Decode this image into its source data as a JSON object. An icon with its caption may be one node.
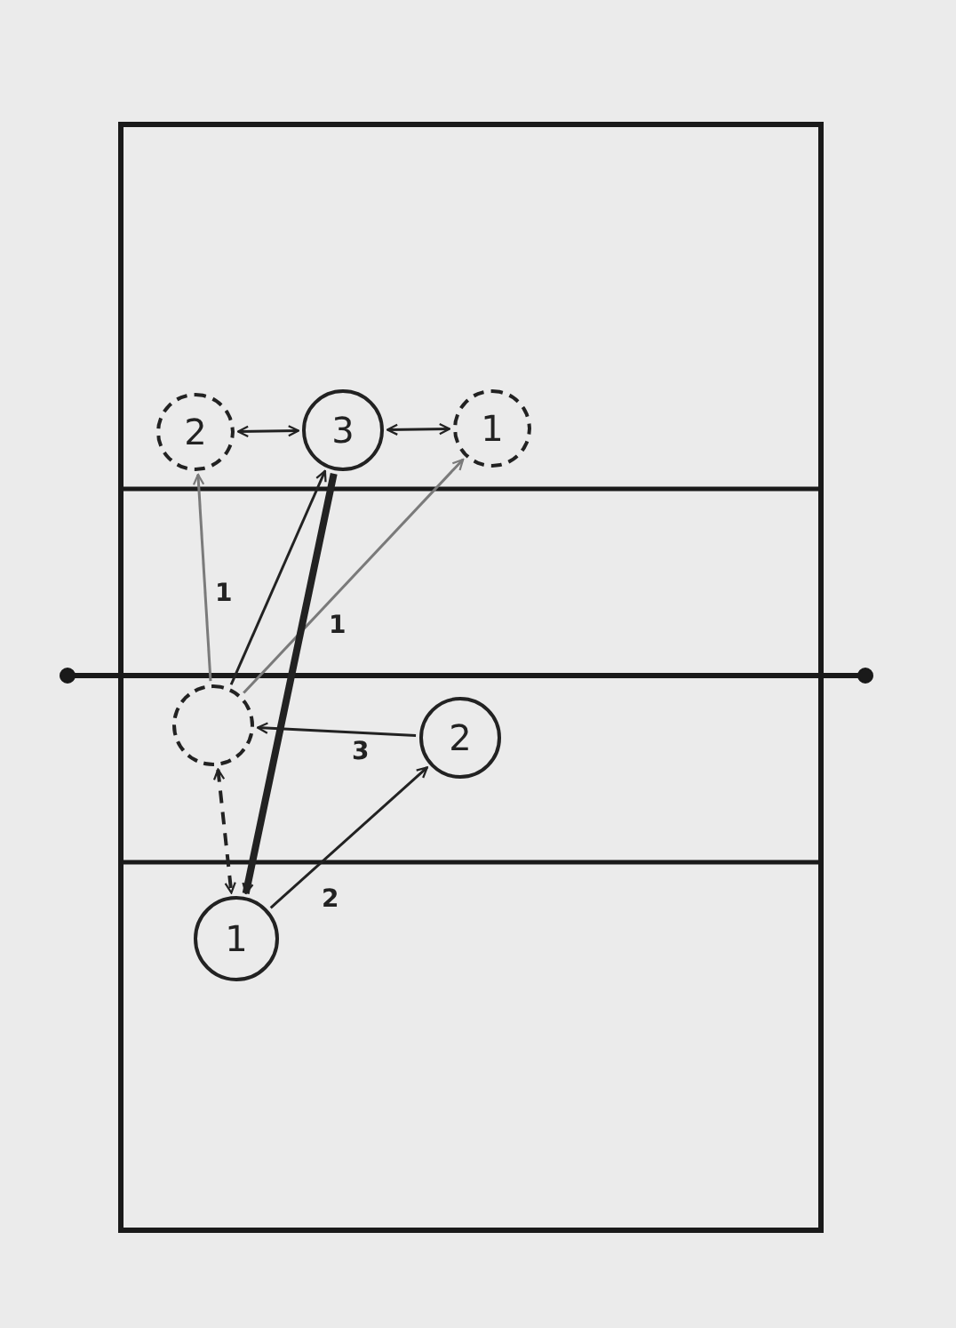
{
  "diagram": {
    "nodes": [
      {
        "text": [
          "2"
        ]
      },
      {
        "text": [
          "3"
        ]
      },
      {
        "text": [
          "1"
        ]
      },
      {
        "text": [],
        "shape": "circle"
      },
      {
        "text": [
          "2"
        ]
      },
      {
        "text": [
          "1"
        ]
      }
    ],
    "edges": [
      {
        "from": 0,
        "to": 1,
        "arrow": "both"
      },
      {
        "from": 1,
        "to": 2,
        "arrow": "both"
      },
      {
        "from": 3,
        "to": 0,
        "arrow": "to",
        "color": "#7a7a7a"
      },
      {
        "from": 3,
        "to": 1,
        "arrow": "to",
        "label": "1"
      },
      {
        "from": 3,
        "to": 2,
        "arrow": "to",
        "color": "#7a7a7a"
      },
      {
        "from": 1,
        "to": 5,
        "arrow": "to",
        "label": "1",
        "style": "thick"
      },
      {
        "from": 4,
        "to": 3,
        "arrow": "to",
        "label": "3"
      },
      {
        "from": 5,
        "to": 4,
        "arrow": "to",
        "label": "2"
      },
      {
        "from": 3,
        "to": 5,
        "arrow": "both",
        "style": "dashed"
      }
    ]
  }
}
